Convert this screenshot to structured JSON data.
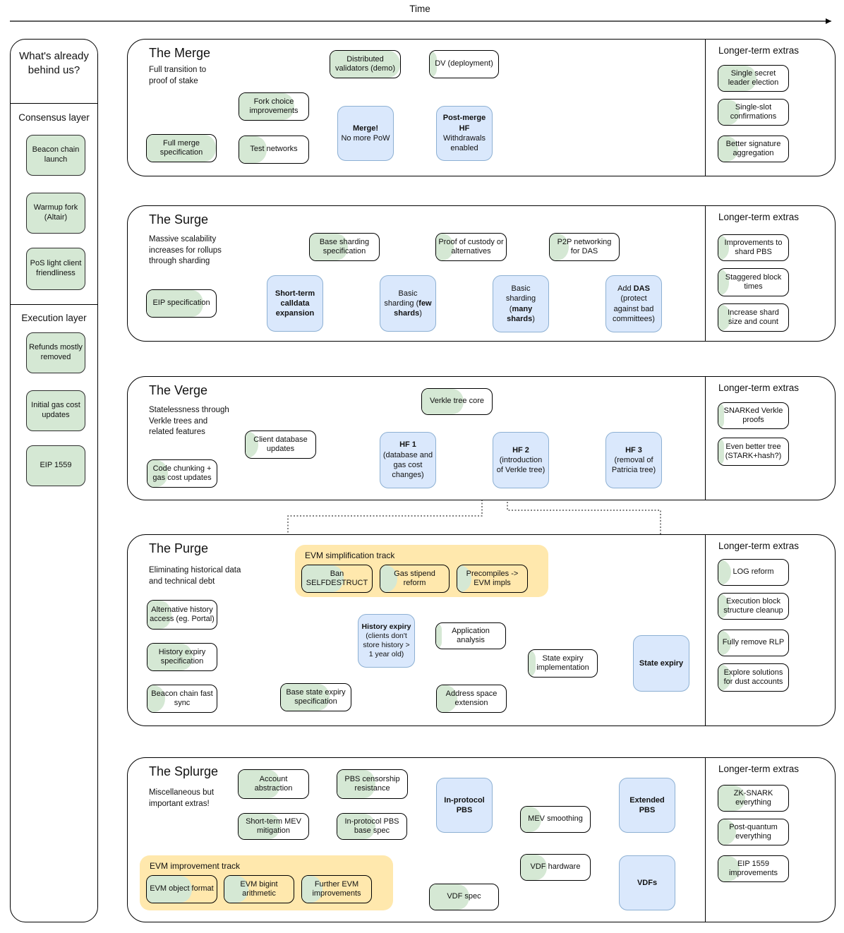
{
  "timeline": {
    "label": "Time"
  },
  "colors": {
    "progress_green": "#d5e8d4",
    "milestone_blue": "#dae8fc",
    "milestone_border": "#8db0d3",
    "track_yellow": "#ffe8ad"
  },
  "sidebar": {
    "title": "What's already behind us?",
    "sections": [
      {
        "label": "Consensus layer",
        "items": [
          "Beacon chain launch",
          "Warmup fork (Altair)",
          "PoS light client friendliness"
        ]
      },
      {
        "label": "Execution layer",
        "items": [
          "Refunds mostly removed",
          "Initial gas cost updates",
          "EIP 1559"
        ]
      }
    ]
  },
  "rows": [
    {
      "title": "The Merge",
      "subtitle": "Full transition to proof of stake",
      "extras_title": "Longer-term extras",
      "nodes": {
        "dv_demo": {
          "label": "Distributed validators (demo)",
          "progress": 1
        },
        "dv_deploy": {
          "label": "DV (deployment)",
          "progress": 0.1
        },
        "fork_choice": {
          "label": "Fork choice improvements",
          "progress": 0.8
        },
        "full_merge_spec": {
          "label": "Full merge specification",
          "progress": 1
        },
        "test_networks": {
          "label": "Test networks",
          "progress": 0.4
        },
        "merge": {
          "bold": "Merge!",
          "post": "No more PoW"
        },
        "post_merge_hf": {
          "bold": "Post-merge HF",
          "post": "Withdrawals enabled"
        }
      },
      "extras": [
        {
          "label": "Single secret leader election",
          "progress": 0.55
        },
        {
          "label": "Single-slot confirmations",
          "progress": 0.3
        },
        {
          "label": "Better signature aggregation",
          "progress": 0.28
        }
      ]
    },
    {
      "title": "The Surge",
      "subtitle": "Massive scalability increases for rollups through sharding",
      "extras_title": "Longer-term extras",
      "nodes": {
        "eip_spec": {
          "label": "EIP specification",
          "progress": 0.82
        },
        "short_calldata": {
          "bold": "Short-term calldata expansion"
        },
        "base_sharding_spec": {
          "label": "Base sharding specification",
          "progress": 0.55
        },
        "few_shards": {
          "pre": "Basic sharding (",
          "bold": "few shards",
          "post": ")"
        },
        "proof_custody": {
          "label": "Proof of custody or alternatives",
          "progress": 0.25
        },
        "many_shards": {
          "pre": "Basic sharding (",
          "bold": "many shards",
          "post": ")"
        },
        "p2p_das": {
          "label": "P2P networking for DAS",
          "progress": 0.28
        },
        "add_das": {
          "pre": "Add ",
          "bold": "DAS",
          "post": " (protect against bad committees)"
        }
      },
      "extras": [
        {
          "label": "Improvements to shard PBS",
          "progress": 0.15
        },
        {
          "label": "Staggered block times",
          "progress": 0.15
        },
        {
          "label": "Increase shard size and count",
          "progress": 0.18
        }
      ]
    },
    {
      "title": "The Verge",
      "subtitle": "Statelessness through Verkle trees and related features",
      "extras_title": "Longer-term extras",
      "nodes": {
        "client_db_updates": {
          "label": "Client database updates",
          "progress": 0.18
        },
        "code_chunking": {
          "label": "Code chunking + gas cost updates",
          "progress": 0.3
        },
        "verkle_tree_core": {
          "label": "Verkle tree core",
          "progress": 0.6
        },
        "hf1": {
          "bold": "HF 1",
          "post": "(database and gas cost changes)"
        },
        "hf2": {
          "bold": "HF 2",
          "post": "(introduction of Verkle tree)"
        },
        "hf3": {
          "bold": "HF 3",
          "post": "(removal of Patricia tree)"
        }
      },
      "extras": [
        {
          "label": "SNARKed Verkle proofs",
          "progress": 0.08
        },
        {
          "label": "Even better tree (STARK+hash?)",
          "progress": 0.08
        }
      ]
    },
    {
      "title": "The Purge",
      "subtitle": "Eliminating historical data and technical debt",
      "extras_title": "Longer-term extras",
      "track": {
        "label": "EVM simplification track"
      },
      "nodes": {
        "ban_selfdestruct": {
          "label": "Ban SELFDESTRUCT",
          "progress": 0.6
        },
        "gas_stipend_reform": {
          "label": "Gas stipend reform",
          "progress": 0.25
        },
        "precompiles_evm": {
          "label": "Precompiles -> EVM impls",
          "progress": 0.2
        },
        "alt_history_access": {
          "label": "Alternative history access (eg. Portal)",
          "progress": 0.35
        },
        "history_expiry_spec": {
          "label": "History expiry specification",
          "progress": 0.65
        },
        "beacon_fast_sync": {
          "label": "Beacon chain fast sync",
          "progress": 0.25
        },
        "base_state_expiry_spec": {
          "label": "Base state expiry specification",
          "progress": 0.7
        },
        "history_expiry": {
          "bold": "History expiry",
          "post": "(clients don't store history > 1 year old)"
        },
        "application_analysis": {
          "label": "Application analysis",
          "progress": 0.08
        },
        "state_expiry_impl": {
          "label": "State expiry implementation",
          "progress": 0.1
        },
        "address_space_ext": {
          "label": "Address space extension",
          "progress": 0.3
        },
        "state_expiry": {
          "bold": "State expiry"
        }
      },
      "extras": [
        {
          "label": "LOG reform",
          "progress": 0.18
        },
        {
          "label": "Execution block structure cleanup",
          "progress": 0.15
        },
        {
          "label": "Fully remove RLP",
          "progress": 0.18
        },
        {
          "label": "Explore solutions for dust accounts",
          "progress": 0.18
        }
      ]
    },
    {
      "title": "The Splurge",
      "subtitle": "Miscellaneous but important extras!",
      "extras_title": "Longer-term extras",
      "track": {
        "label": "EVM improvement track"
      },
      "nodes": {
        "account_abstraction": {
          "label": "Account abstraction",
          "progress": 0.6
        },
        "pbs_censorship": {
          "label": "PBS censorship resistance",
          "progress": 0.55
        },
        "short_term_mev": {
          "label": "Short-term MEV mitigation",
          "progress": 0.6
        },
        "in_protocol_pbs_spec": {
          "label": "In-protocol PBS base spec",
          "progress": 0.55
        },
        "evm_object_format": {
          "label": "EVM object format",
          "progress": 0.65
        },
        "evm_bigint": {
          "label": "EVM bigint arithmetic",
          "progress": 0.35
        },
        "further_evm": {
          "label": "Further EVM improvements",
          "progress": 0.3
        },
        "in_protocol_pbs": {
          "bold": "In-protocol PBS"
        },
        "mev_smoothing": {
          "label": "MEV smoothing",
          "progress": 0.3
        },
        "extended_pbs": {
          "bold": "Extended PBS"
        },
        "vdf_hardware": {
          "label": "VDF hardware",
          "progress": 0.38
        },
        "vdf_spec": {
          "label": "VDF spec",
          "progress": 0.58
        },
        "vdfs": {
          "bold": "VDFs"
        }
      },
      "extras": [
        {
          "label": "ZK-SNARK everything",
          "progress": 0.38
        },
        {
          "label": "Post-quantum everything",
          "progress": 0.25
        },
        {
          "label": "EIP 1559 improvements",
          "progress": 0.3
        }
      ]
    }
  ]
}
